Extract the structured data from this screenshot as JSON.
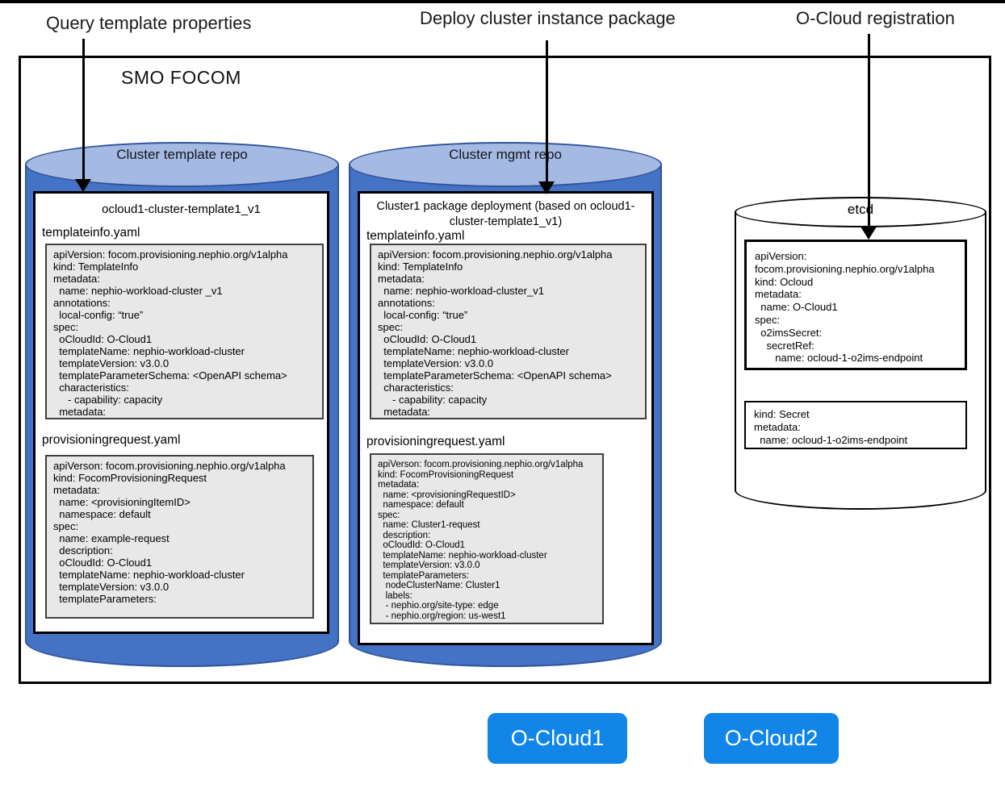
{
  "flow_labels": {
    "query": "Query template properties",
    "deploy": "Deploy cluster instance package",
    "registration": "O-Cloud registration"
  },
  "smo": {
    "title": "SMO FOCOM"
  },
  "cluster_template_repo": {
    "title": "Cluster template repo",
    "package_title": "ocloud1-cluster-template1_v1",
    "files": [
      {
        "filename": "templateinfo.yaml",
        "content": "apiVersion: focom.provisioning.nephio.org/v1alpha\nkind: TemplateInfo\nmetadata:\n  name: nephio-workload-cluster _v1\nannotations:\n  local-config: “true”\nspec:\n  oCloudId: O-Cloud1\n  templateName: nephio-workload-cluster\n  templateVersion: v3.0.0\n  templateParameterSchema: <OpenAPI schema>\n  characteristics:\n     - capability: capacity\n  metadata:"
      },
      {
        "filename": "provisioningrequest.yaml",
        "content": "apiVerson: focom.provisioning.nephio.org/v1alpha\nkind: FocomProvisioningRequest\nmetadata:\n  name: <provisioningItemID>\n  namespace: default\nspec:\n  name: example-request\n  description:\n  oCloudId: O-Cloud1\n  templateName: nephio-workload-cluster\n  templateVersion: v3.0.0\n  templateParameters:"
      }
    ]
  },
  "cluster_mgmt_repo": {
    "title": "Cluster mgmt repo",
    "package_title": "Cluster1 package deployment (based on ocloud1-cluster-template1_v1)",
    "files": [
      {
        "filename": "templateinfo.yaml",
        "content": "apiVersion: focom.provisioning.nephio.org/v1alpha\nkind: TemplateInfo\nmetadata:\n  name: nephio-workload-cluster_v1\nannotations:\n  local-config: “true”\nspec:\n  oCloudId: O-Cloud1\n  templateName: nephio-workload-cluster\n  templateVersion: v3.0.0\n  templateParameterSchema: <OpenAPI schema>\n  characteristics:\n     - capability: capacity\n  metadata:"
      },
      {
        "filename": "provisioningrequest.yaml",
        "content": "apiVerson: focom.provisioning.nephio.org/v1alpha\nkind: FocomProvisioningRequest\nmetadata:\n  name: <provisioningRequestID>\n  namespace: default\nspec:\n  name: Cluster1-request\n  description:\n  oCloudId: O-Cloud1\n  templateName: nephio-workload-cluster\n  templateVersion: v3.0.0\n  templateParameters:\n   nodeClusterName: Cluster1\n   labels:\n   - nephio.org/site-type: edge\n   - nephio.org/region: us-west1"
      }
    ]
  },
  "etcd": {
    "title": "etcd",
    "resources": [
      {
        "content": "apiVersion:\nfocom.provisioning.nephio.org/v1alpha\nkind: Ocloud\nmetadata:\n  name: O-Cloud1\nspec:\n  o2imsSecret:\n    secretRef:\n       name: ocloud-1-o2ims-endpoint"
      },
      {
        "content": "kind: Secret\nmetadata:\n  name: ocloud-1-o2ims-endpoint"
      }
    ]
  },
  "oclouds": [
    {
      "label": "O-Cloud1"
    },
    {
      "label": "O-Cloud2"
    }
  ],
  "colors": {
    "cylinder_body": "#4472C4",
    "cylinder_top": "#A5BAE3",
    "cylinder_border": "#30549A",
    "code_box_bg": "#E9E8E8",
    "node_blue": "#1186E8"
  }
}
